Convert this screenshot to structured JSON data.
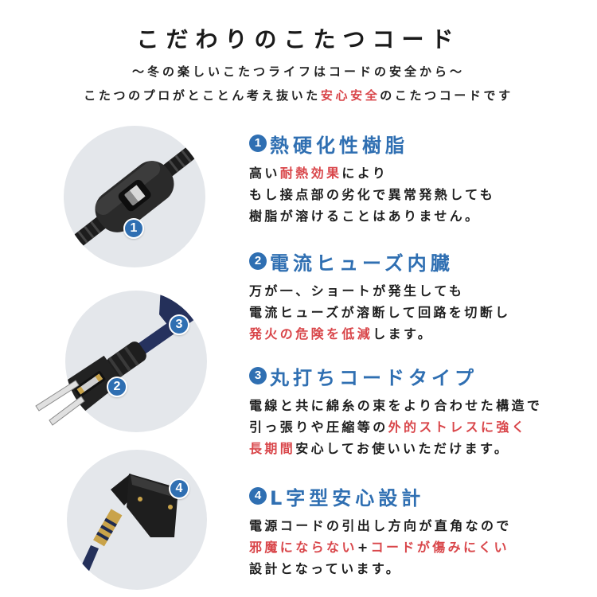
{
  "header": {
    "title": "こだわりのこたつコード",
    "subtitle": "～冬の楽しいこたつライフはコードの安全から～",
    "tagline_parts": [
      {
        "text": "こたつのプロがとことん考え抜いた",
        "highlight": false
      },
      {
        "text": "安心安全",
        "highlight": true
      },
      {
        "text": "のこたつコードです",
        "highlight": false
      }
    ]
  },
  "colors": {
    "accent_blue": "#2f6fb2",
    "highlight_red": "#d9464a",
    "text": "#1a1a1a",
    "circle_bg": "#e4e7eb"
  },
  "images": [
    {
      "name": "switch-image",
      "depicts": "inline cord switch",
      "badges": [
        "1"
      ]
    },
    {
      "name": "plug-image",
      "depicts": "plug with fuse and braided cord",
      "badges": [
        "3",
        "2"
      ]
    },
    {
      "name": "l-connector-image",
      "depicts": "L-shaped connector",
      "badges": [
        "4"
      ]
    }
  ],
  "features": [
    {
      "number": "1",
      "title": "熱硬化性樹脂",
      "lines": [
        [
          {
            "text": "高い",
            "highlight": false
          },
          {
            "text": "耐熱効果",
            "highlight": true
          },
          {
            "text": "により",
            "highlight": false
          }
        ],
        [
          {
            "text": "もし接点部の劣化で異常発熱しても",
            "highlight": false
          }
        ],
        [
          {
            "text": "樹脂が溶けることはありません。",
            "highlight": false
          }
        ]
      ]
    },
    {
      "number": "2",
      "title": "電流ヒューズ内臓",
      "lines": [
        [
          {
            "text": "万が一、ショートが発生しても",
            "highlight": false
          }
        ],
        [
          {
            "text": "電流ヒューズが溶断して回路を切断し",
            "highlight": false
          }
        ],
        [
          {
            "text": "発火の危険を低減",
            "highlight": true
          },
          {
            "text": "します。",
            "highlight": false
          }
        ]
      ]
    },
    {
      "number": "3",
      "title": "丸打ちコードタイプ",
      "lines": [
        [
          {
            "text": "電線と共に綿糸の束をより合わせた構造で",
            "highlight": false
          }
        ],
        [
          {
            "text": "引っ張りや圧縮等の",
            "highlight": false
          },
          {
            "text": "外的ストレスに強く",
            "highlight": true
          }
        ],
        [
          {
            "text": "長期間",
            "highlight": true
          },
          {
            "text": "安心してお使いいただけます。",
            "highlight": false
          }
        ]
      ]
    },
    {
      "number": "4",
      "title": "L字型安心設計",
      "lines": [
        [
          {
            "text": "電源コードの引出し方向が直角なので",
            "highlight": false
          }
        ],
        [
          {
            "text": "邪魔にならない",
            "highlight": true
          },
          {
            "text": "+",
            "highlight": false
          },
          {
            "text": "コードが傷みにくい",
            "highlight": true
          }
        ],
        [
          {
            "text": "設計となっています。",
            "highlight": false
          }
        ]
      ]
    }
  ]
}
